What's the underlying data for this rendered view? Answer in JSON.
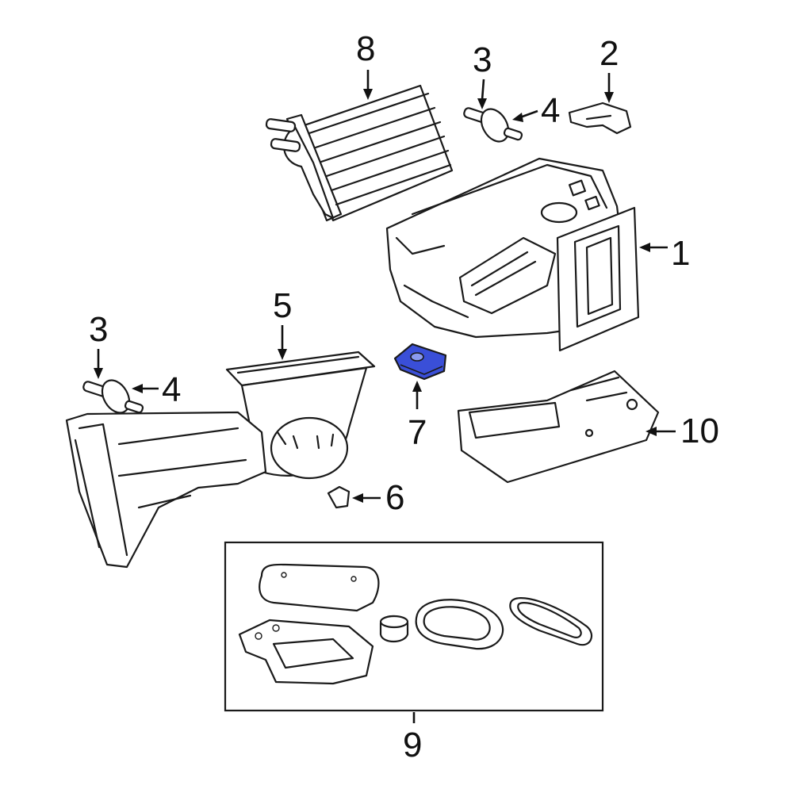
{
  "diagram": {
    "callouts": [
      {
        "id": "c1",
        "label": "1"
      },
      {
        "id": "c2",
        "label": "2"
      },
      {
        "id": "c3a",
        "label": "3"
      },
      {
        "id": "c3b",
        "label": "3"
      },
      {
        "id": "c4a",
        "label": "4"
      },
      {
        "id": "c4b",
        "label": "4"
      },
      {
        "id": "c5",
        "label": "5"
      },
      {
        "id": "c6",
        "label": "6"
      },
      {
        "id": "c7",
        "label": "7"
      },
      {
        "id": "c8",
        "label": "8"
      },
      {
        "id": "c9",
        "label": "9"
      },
      {
        "id": "c10",
        "label": "10"
      }
    ],
    "highlight_color": "#3a4fd8"
  }
}
